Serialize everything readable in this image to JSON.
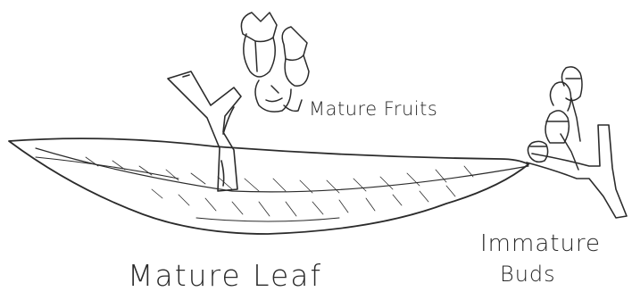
{
  "labels": {
    "mature_fruits": "Mature Fruits",
    "immature": "Immature",
    "buds": "Buds",
    "mature_leaf": "Mature Leaf"
  },
  "colors": {
    "ink": "#2b2b2b",
    "paper": "#ffffff"
  }
}
